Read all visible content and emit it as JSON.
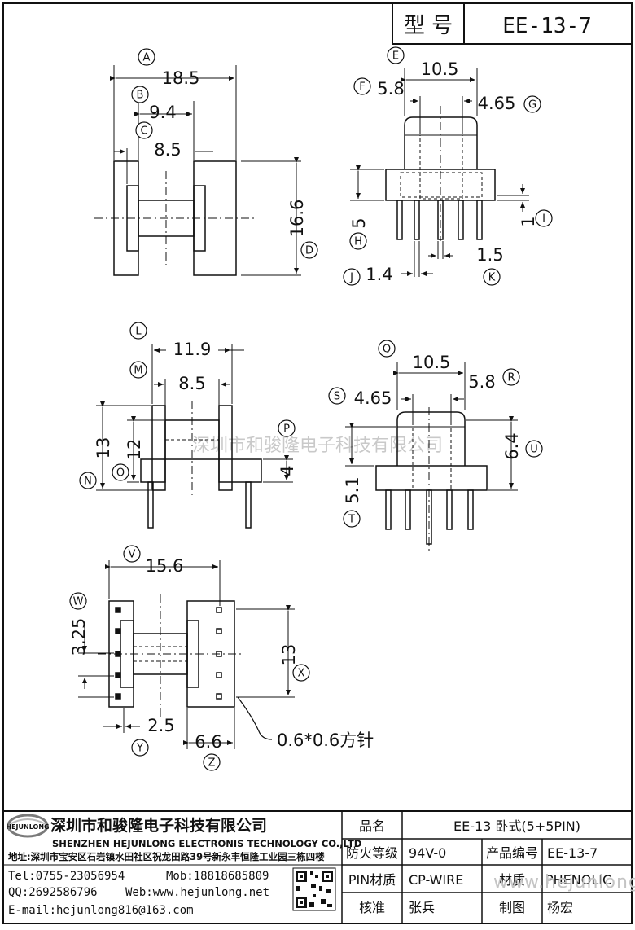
{
  "header": {
    "label": "型 号",
    "value": "EE-13-7"
  },
  "dims": {
    "top_left": {
      "width": "18.5",
      "inner1": "9.4",
      "inner2": "8.5",
      "height": "16.6"
    },
    "top_right": {
      "w1": "10.5",
      "w2": "5.8",
      "w3": "4.65",
      "h1": "5",
      "h2": "1",
      "p1": "1.5",
      "p2": "1.4"
    },
    "mid_left": {
      "w1": "11.9",
      "w2": "8.5",
      "h1": "13",
      "h2": "12",
      "h3": "4"
    },
    "mid_right": {
      "w1": "10.5",
      "w2": "5.8",
      "w3": "4.65",
      "h1": "6.4",
      "h2": "5.1"
    },
    "bottom": {
      "w1": "15.6",
      "pitch": "3.25",
      "h1": "13",
      "p1": "2.5",
      "p2": "6.6",
      "pin_note": "0.6*0.6方针"
    }
  },
  "callouts": [
    "A",
    "B",
    "C",
    "D",
    "E",
    "F",
    "G",
    "H",
    "I",
    "J",
    "K",
    "L",
    "M",
    "N",
    "O",
    "P",
    "Q",
    "R",
    "S",
    "T",
    "U",
    "V",
    "W",
    "X",
    "Y",
    "Z"
  ],
  "watermark": "深圳市和骏隆电子科技有限公司",
  "company": {
    "logo_text": "HEJUNLONG",
    "name_cn": "深圳市和骏隆电子科技有限公司",
    "name_en": "SHENZHEN HEJUNLONG ELECTRONIS TECHNOLOGY CO.,LTD",
    "address": "地址:深圳市宝安区石岩镇水田社区祝龙田路39号新永丰恒隆工业园三栋四楼",
    "tel": "Tel:0755-23056954",
    "mob": "Mob:18818685809",
    "qq": "QQ:2692586796",
    "web": "Web:www.hejunlong.net",
    "email": "E-mail:hejunlong816@163.com"
  },
  "specs": {
    "name_label": "品名",
    "name_value": "EE-13 卧式(5+5PIN)",
    "fire_label": "防火等级",
    "fire_value": "94V-0",
    "code_label": "产品编号",
    "code_value": "EE-13-7",
    "pin_label": "PIN材质",
    "pin_value": "CP-WIRE",
    "mat_label": "材质",
    "mat_value": "PHENOLIC",
    "check_label": "核准",
    "check_value": "张兵",
    "draw_label": "制图",
    "draw_value": "杨宏"
  },
  "watermark2": "www.hejunlong.net"
}
